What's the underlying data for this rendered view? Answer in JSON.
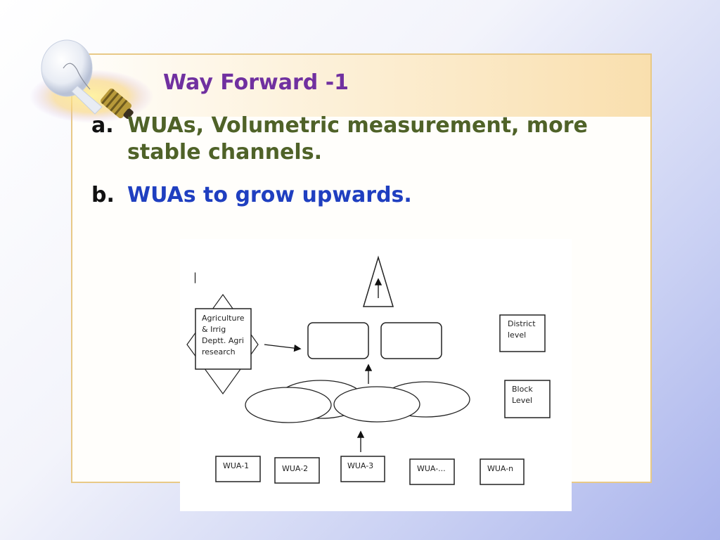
{
  "slide": {
    "title": "Way Forward -1",
    "bullets": [
      {
        "marker": "a.",
        "text": "WUAs, Volumetric measurement, more stable channels."
      },
      {
        "marker": "b.",
        "text": "WUAs to grow upwards."
      }
    ]
  },
  "diagram": {
    "stray_mark": "|",
    "dept_box": [
      "Agriculture",
      "& Irrig",
      "Deptt. Agri",
      "research"
    ],
    "district_box": [
      "District",
      "level"
    ],
    "block_box": [
      "Block",
      "Level"
    ],
    "wua_boxes": [
      "WUA-1",
      "WUA-2",
      "WUA-3",
      "WUA-...",
      "WUA-n"
    ]
  },
  "colors": {
    "title": "#7030a0",
    "bullet_a": "#4f6228",
    "bullet_b": "#1f3fc0",
    "frame_border": "#e8c987"
  },
  "icons": {
    "bulb": "light-bulb-icon"
  }
}
